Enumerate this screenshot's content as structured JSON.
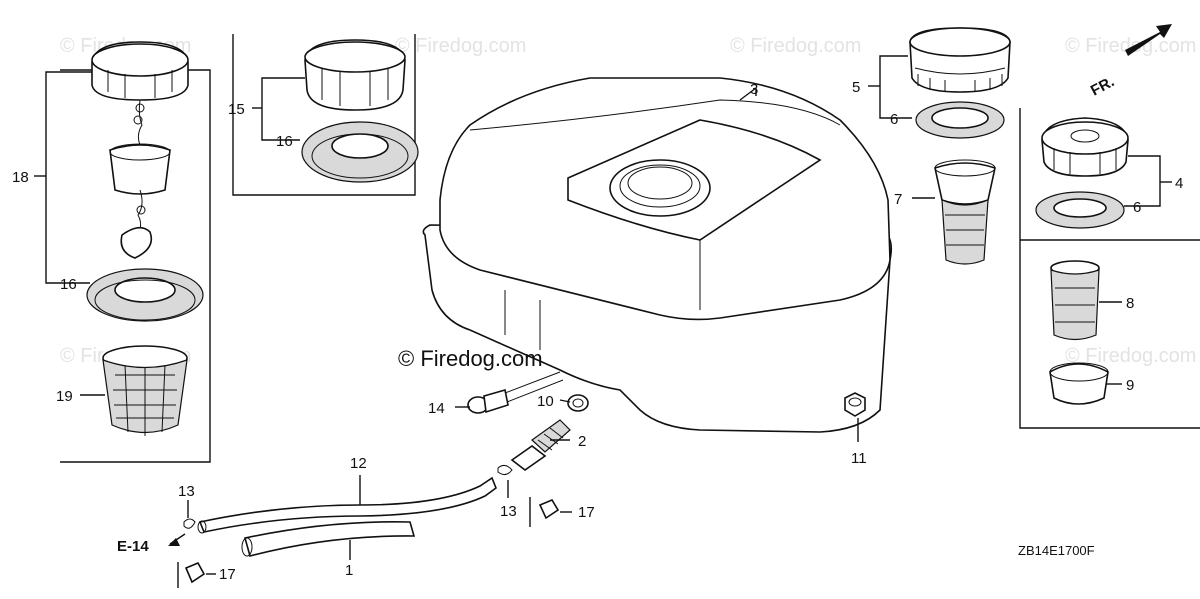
{
  "watermark": {
    "light": "© Firedog.com",
    "center": "© Firedog.com"
  },
  "callouts": {
    "c1": "1",
    "c2": "2",
    "c3": "3",
    "c4": "4",
    "c5": "5",
    "c6a": "6",
    "c6b": "6",
    "c7": "7",
    "c8": "8",
    "c9": "9",
    "c10": "10",
    "c11": "11",
    "c12": "12",
    "c13a": "13",
    "c13b": "13",
    "c14": "14",
    "c15": "15",
    "c16a": "16",
    "c16b": "16",
    "c17a": "17",
    "c17b": "17",
    "c18": "18",
    "c19": "19"
  },
  "references": {
    "front": "FR.",
    "section": "E-14"
  },
  "diagram_code": "ZB14E1700F"
}
